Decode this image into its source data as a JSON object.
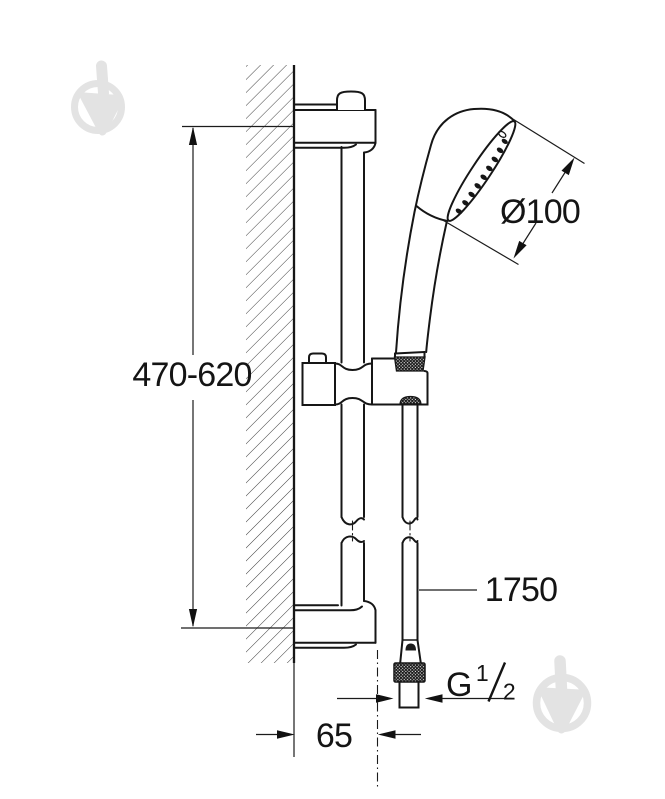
{
  "labels": {
    "rail_adjust_range": "470-620",
    "head_diameter": "Ø100",
    "hose_length": "1750",
    "thread": {
      "g": "G",
      "sup": "1",
      "sub": "2"
    },
    "wall_distance": "65"
  },
  "colors": {
    "line": "#161616",
    "watermark": "#e3e3e3",
    "background": "#ffffff"
  },
  "icons": {
    "watermark": "trowel-logo"
  }
}
